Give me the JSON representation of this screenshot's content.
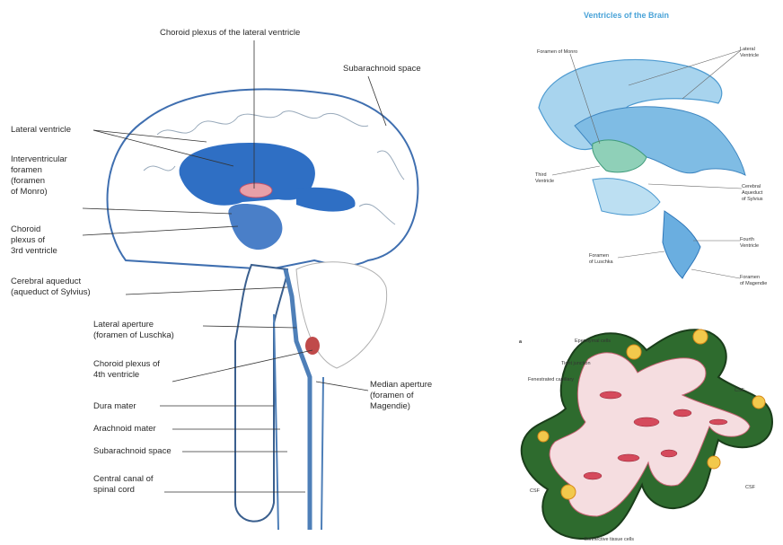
{
  "left_figure": {
    "labels": {
      "choroid_lateral": "Choroid plexus of the lateral ventricle",
      "subarachnoid_top": "Subarachnoid space",
      "lateral_ventricle": "Lateral ventricle",
      "interventricular_foramen": "Interventricular\nforamen\n(foramen\nof Monro)",
      "choroid_third": "Choroid\nplexus of\n3rd ventricle",
      "cerebral_aqueduct": "Cerebral aqueduct\n(aqueduct of Sylvius)",
      "lateral_aperture": "Lateral aperture\n(foramen of Luschka)",
      "choroid_fourth": "Choroid plexus of\n4th ventricle",
      "median_aperture": "Median aperture\n(foramen of\nMagendie)",
      "dura_mater": "Dura mater",
      "arachnoid_mater": "Arachnoid mater",
      "subarachnoid_bottom": "Subarachnoid space",
      "central_canal": "Central canal of\nspinal cord"
    }
  },
  "right_top_figure": {
    "title": "Ventricles of the Brain",
    "labels": {
      "foramen_monro": "Foramen of Monro",
      "lateral_ventricle": "Lateral\nVentricle",
      "third_ventricle": "Third\nVentricle",
      "cerebral_aqueduct": "Cerebral\nAqueduct\nof Sylvius",
      "fourth_ventricle": "Fourth\nVentricle",
      "foramen_luschka": "Foramen\nof Luschka",
      "foramen_magendie": "Foramen\nof Magendie"
    }
  },
  "right_bottom_figure": {
    "labels": {
      "panel": "a",
      "ependymal_cells": "Ependymal cells",
      "tight_junction": "Tight junction",
      "fenestrated_capillary": "Fenestrated capillary",
      "csf_right_top": "CSF",
      "csf_right_bottom": "CSF",
      "csf_left": "CSF",
      "connective_tissue": "Connective tissue cells"
    }
  }
}
